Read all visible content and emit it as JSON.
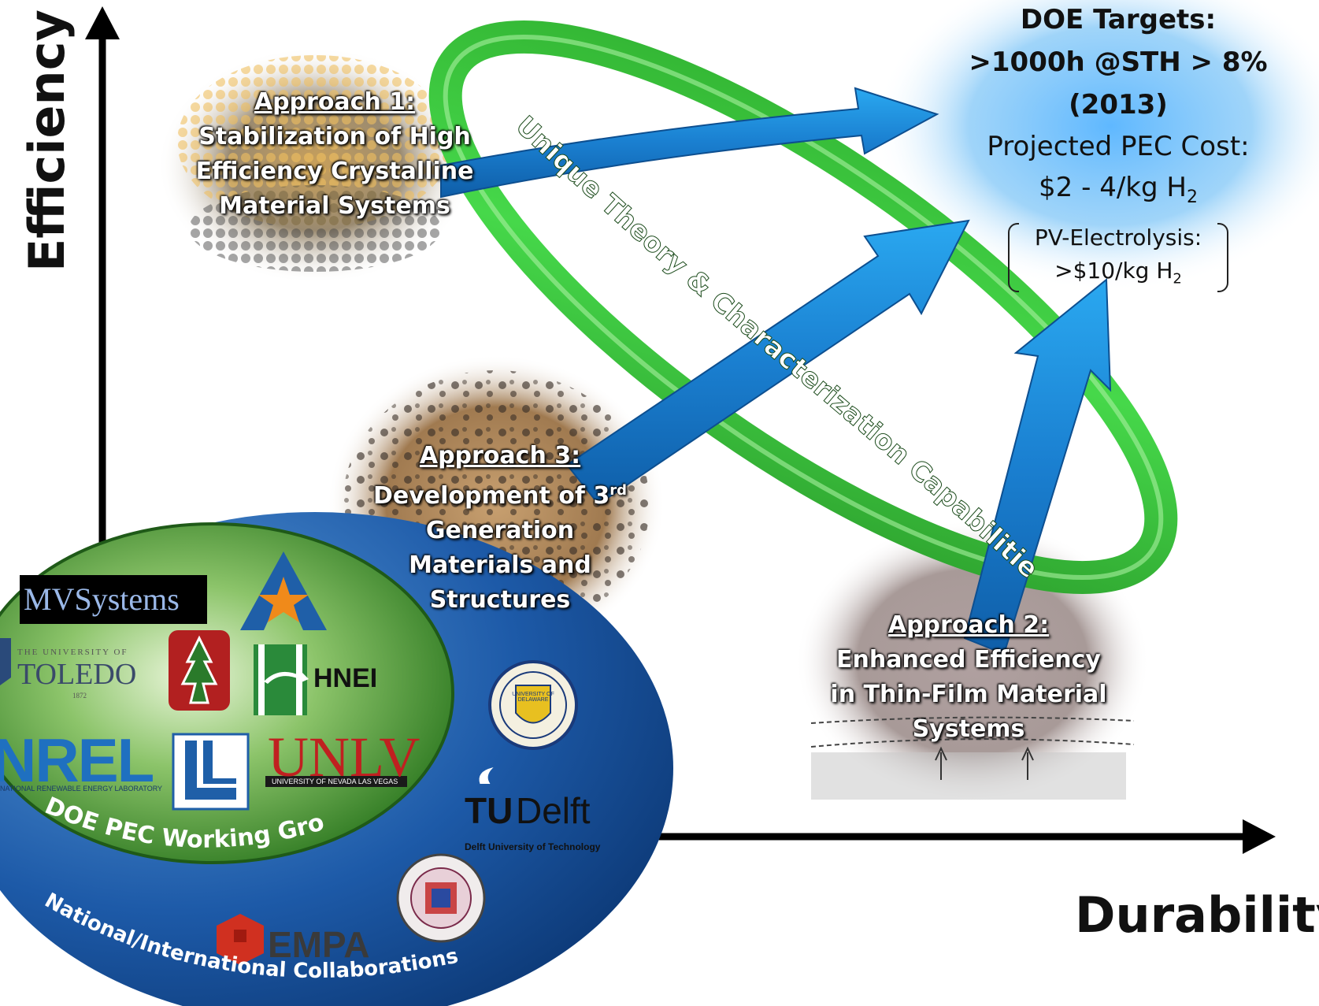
{
  "axes": {
    "y_label": "Efficiency",
    "x_label": "Durability"
  },
  "approach1": {
    "heading": "Approach 1:",
    "lines": [
      "Stabilization of High",
      "Efficiency Crystalline",
      "Material Systems"
    ]
  },
  "approach2": {
    "heading": "Approach 2:",
    "lines": [
      "Enhanced Efficiency",
      "in Thin-Film Material",
      "Systems"
    ]
  },
  "approach3": {
    "heading": "Approach 3:",
    "line1": "Development of 3",
    "line1_sup": "rd",
    "lines": [
      "Generation",
      "Materials and",
      "Structures"
    ]
  },
  "ring_label": "Unique Theory & Characterization Capabilities",
  "targets": {
    "title": "DOE Targets:",
    "line1": ">1000h @STH > 8% (2013)",
    "cost_label": "Projected PEC Cost:",
    "cost_value": "$2  - 4/kg H",
    "cost_sub": "2",
    "pv_label": "PV-Electrolysis:",
    "pv_value": ">$10/kg H",
    "pv_sub": "2"
  },
  "groups": {
    "inner": "DOE PEC Working Group",
    "outer": "National/International Collaborations"
  },
  "logos": {
    "mvsystems": "MVSystems",
    "toledo_top": "THE UNIVERSITY OF",
    "toledo": "TOLEDO",
    "toledo_year": "1872",
    "hnei": "HNEI",
    "nrel": "NREL",
    "nrel_sub": "NATIONAL RENEWABLE ENERGY LABORATORY",
    "unlv": "UNLV",
    "unlv_sub": "UNIVERSITY OF NEVADA LAS VEGAS",
    "tudelft_tu": "TU",
    "tudelft": "Delft",
    "tudelft_sub": "Delft University of Technology",
    "empa": "EMPA",
    "delaware": "UNIVERSITY OF DELAWARE"
  },
  "colors": {
    "arrow_blue": "#1e8fd8",
    "ring_green": "#3cc83c",
    "inner_green": "#3e8e2c",
    "outer_blue": "#174e9a"
  }
}
